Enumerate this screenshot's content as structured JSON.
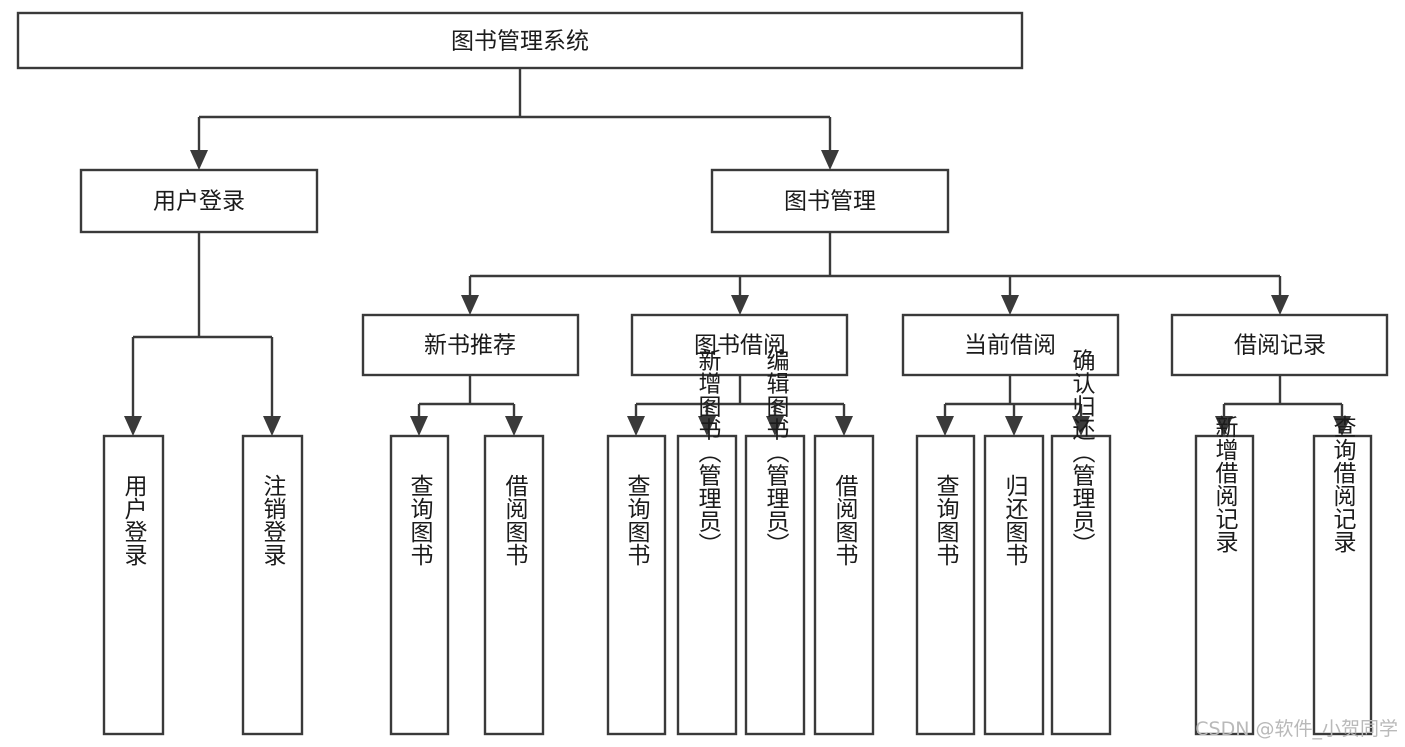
{
  "diagram": {
    "type": "tree-hierarchy-chart",
    "title": "图书管理系统",
    "orientation": "top-down",
    "colors": {
      "box_stroke": "#3a3a3a",
      "box_fill": "#ffffff",
      "text": "#1b1b1b",
      "background": "#ffffff",
      "watermark": "#b9b9b9"
    },
    "root": {
      "label": "图书管理系统"
    },
    "level2": [
      {
        "label": "用户登录"
      },
      {
        "label": "图书管理"
      }
    ],
    "level3": [
      {
        "label": "新书推荐"
      },
      {
        "label": "图书借阅"
      },
      {
        "label": "当前借阅"
      },
      {
        "label": "借阅记录"
      }
    ],
    "leaves": {
      "user_login": [
        {
          "label": "用户登录"
        },
        {
          "label": "注销登录"
        }
      ],
      "new_book_recommend": [
        {
          "label": "查询图书"
        },
        {
          "label": "借阅图书"
        }
      ],
      "book_borrow": [
        {
          "label": "查询图书"
        },
        {
          "label": "新增图书（管理员）"
        },
        {
          "label": "编辑图书（管理员）"
        },
        {
          "label": "借阅图书"
        }
      ],
      "current_borrow": [
        {
          "label": "查询图书"
        },
        {
          "label": "归还图书"
        },
        {
          "label": "确认归还（管理员）"
        }
      ],
      "borrow_record": [
        {
          "label": "新增借阅记录"
        },
        {
          "label": "查询借阅记录"
        }
      ]
    }
  },
  "watermark": {
    "text": "CSDN @软件_小贺同学"
  }
}
